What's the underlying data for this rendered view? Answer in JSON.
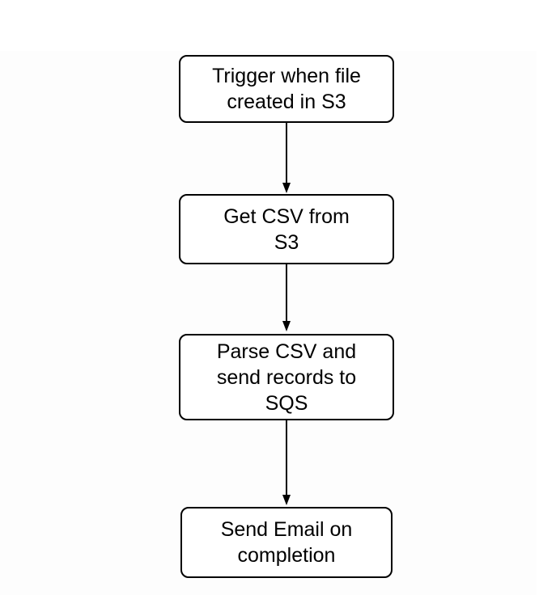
{
  "diagram": {
    "type": "flowchart",
    "direction": "top-to-bottom",
    "nodes": [
      {
        "id": "trigger-when-file-created-in-s3",
        "label": "Trigger when file\ncreated in S3"
      },
      {
        "id": "get-csv-from-s3",
        "label": "Get CSV from\nS3"
      },
      {
        "id": "parse-csv-send-records-to-sqs",
        "label": "Parse CSV and\nsend records to\nSQS"
      },
      {
        "id": "send-email-on-completion",
        "label": "Send Email on\ncompletion"
      }
    ],
    "edges": [
      {
        "from": "trigger-when-file-created-in-s3",
        "to": "get-csv-from-s3",
        "style": "solid-arrow-down"
      },
      {
        "from": "get-csv-from-s3",
        "to": "parse-csv-send-records-to-sqs",
        "style": "solid-arrow-down"
      },
      {
        "from": "parse-csv-send-records-to-sqs",
        "to": "send-email-on-completion",
        "style": "solid-arrow-down"
      }
    ],
    "colors": {
      "node_border": "#000000",
      "node_fill": "#ffffff",
      "node_text": "#000000",
      "arrow": "#000000",
      "page_background": "#ffffff",
      "canvas_background": "#fdfdfd"
    }
  }
}
